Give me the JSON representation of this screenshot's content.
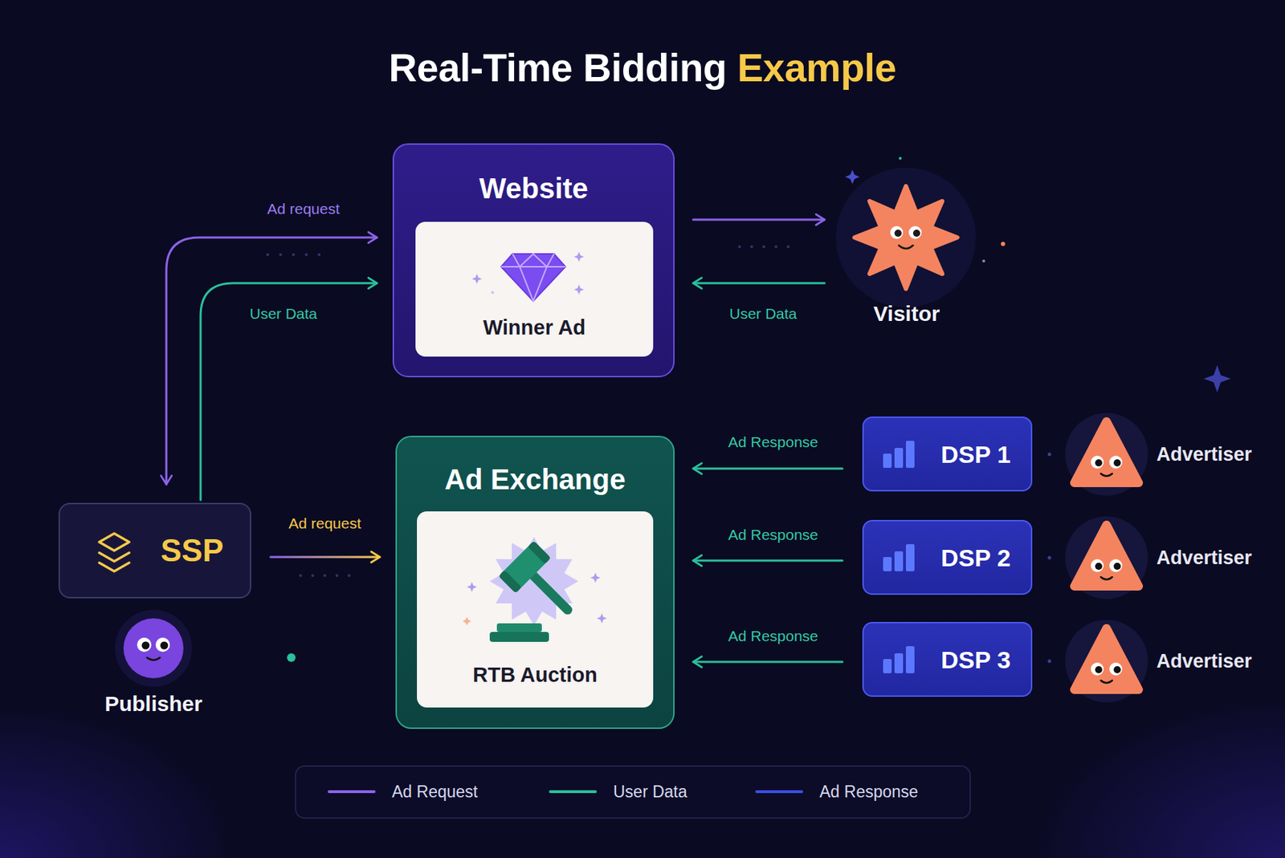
{
  "diagram": {
    "title": "Real-Time Bidding Example",
    "nodes": [
      {
        "text": [
          "Website"
        ]
      },
      {
        "text": [
          "Winner Ad"
        ],
        "in": 0
      },
      {
        "text": [
          "Visitor"
        ]
      },
      {
        "text": [
          "SSP"
        ]
      },
      {
        "text": [
          "Publisher"
        ]
      },
      {
        "text": [
          "Ad Exchange"
        ]
      },
      {
        "text": [
          "RTB Auction"
        ],
        "in": 5
      },
      {
        "text": [
          "DSP 1"
        ]
      },
      {
        "text": [
          "Advertiser"
        ]
      },
      {
        "text": [
          "DSP 2"
        ]
      },
      {
        "text": [
          "Advertiser"
        ]
      },
      {
        "text": [
          "DSP 3"
        ]
      },
      {
        "text": [
          "Advertiser"
        ]
      }
    ],
    "edges": [
      {
        "from": 3,
        "to": 0,
        "arrow": "both",
        "label": "Ad request"
      },
      {
        "from": 3,
        "to": 0,
        "arrow": "to",
        "label": "User Data"
      },
      {
        "from": 0,
        "to": 2,
        "arrow": "to"
      },
      {
        "from": 2,
        "to": 0,
        "arrow": "to",
        "label": "User Data"
      },
      {
        "from": 3,
        "to": 5,
        "arrow": "to",
        "label": "Ad request"
      },
      {
        "from": 7,
        "to": 5,
        "arrow": "to",
        "label": "Ad Response"
      },
      {
        "from": 9,
        "to": 5,
        "arrow": "to",
        "label": "Ad Response"
      },
      {
        "from": 11,
        "to": 5,
        "arrow": "to",
        "label": "Ad Response"
      }
    ],
    "legend": [
      {
        "text": "Ad Request",
        "color": "#8c63e8"
      },
      {
        "text": "User Data",
        "color": "#2bbf9a"
      },
      {
        "text": "Ad Response",
        "color": "#3b4ee6"
      }
    ]
  }
}
